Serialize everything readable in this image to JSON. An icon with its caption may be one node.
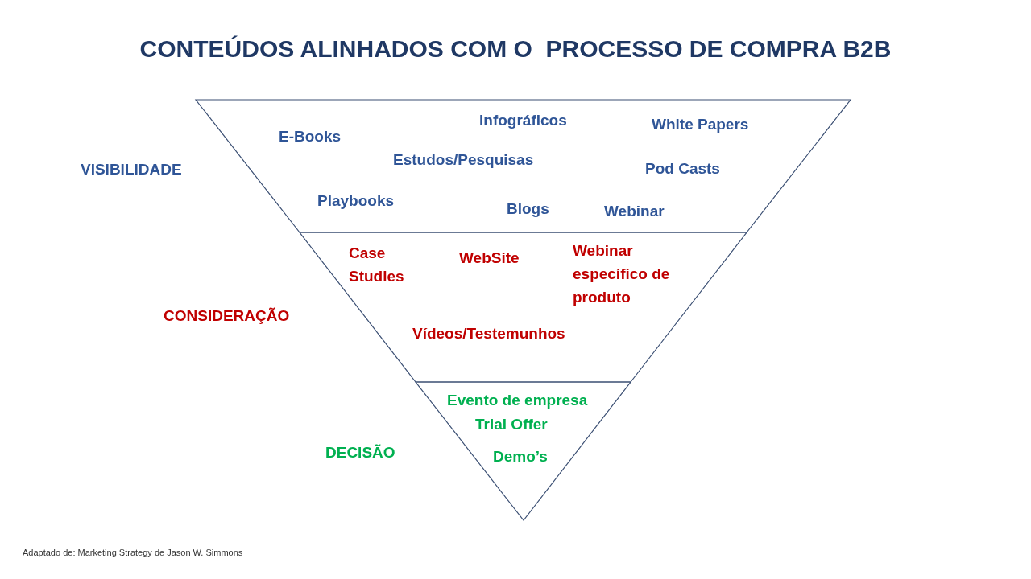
{
  "diagram": {
    "title": "CONTEÚDOS ALINHADOS COM O  PROCESSO DE COMPRA B2B",
    "caption": "Adaptado de: Marketing Strategy de Jason W. Simmons",
    "nodes": [
      {
        "text": [
          "Infográficos",
          "White Papers",
          "E-Books",
          "Estudos/Pesquisas",
          "Pod Casts",
          "Playbooks",
          "Blogs",
          "Webinar"
        ],
        "beside": [
          "VISIBILIDADE"
        ]
      },
      {
        "text": [
          "Case Studies",
          "WebSite",
          "Webinar específico de produto",
          "Vídeos/Testemunhos"
        ],
        "beside": [
          "CONSIDERAÇÃO"
        ]
      },
      {
        "text": [
          "Evento de empresa",
          "Trial Offer",
          "Demo’s"
        ],
        "beside": [
          "DECISÃO"
        ]
      }
    ]
  }
}
